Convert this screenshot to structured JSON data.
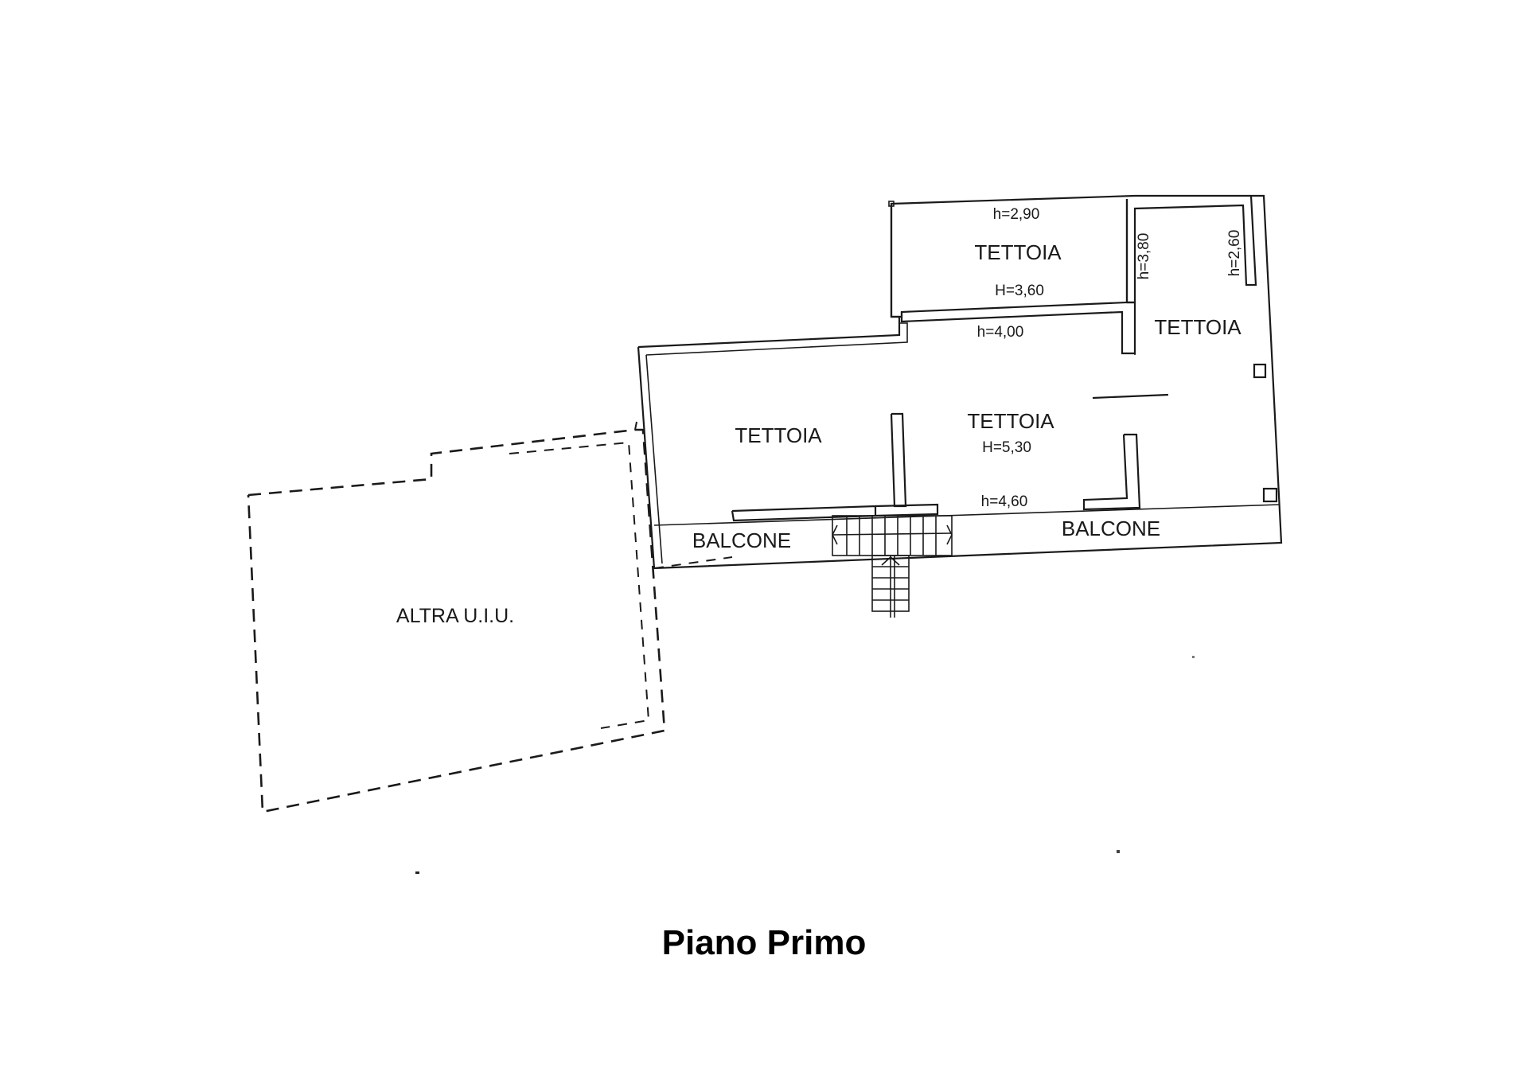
{
  "title": "Piano Primo",
  "labels": {
    "tettoia_top": "TETTOIA",
    "h_top": "h=2,90",
    "H_top": "H=3,60",
    "h_left_mid": "h=4,00",
    "tettoia_left": "TETTOIA",
    "tettoia_center": "TETTOIA",
    "H_center": "H=5,30",
    "h_center_bottom": "h=4,60",
    "tettoia_right": "TETTOIA",
    "h_right_a": "h=3,80",
    "h_right_b": "h=2,60",
    "balcone_left": "BALCONE",
    "balcone_right": "BALCONE",
    "altra": "ALTRA U.I.U."
  }
}
